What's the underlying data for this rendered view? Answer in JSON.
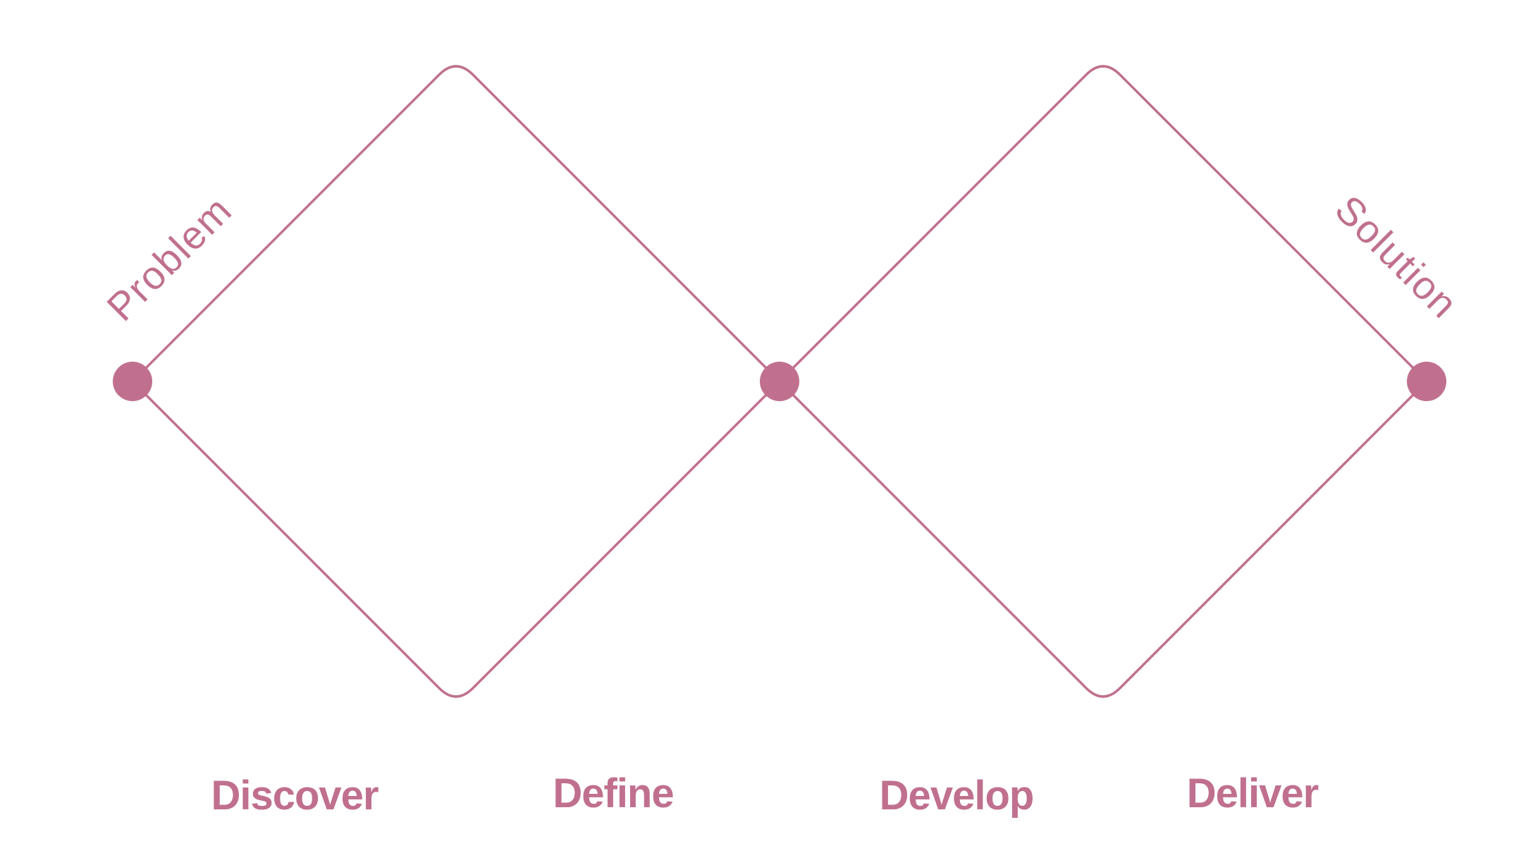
{
  "colors": {
    "accent": "#c0708e",
    "background": "#ffffff"
  },
  "labels": {
    "problem": "Problem",
    "solution": "Solution"
  },
  "phases": [
    {
      "label": "Discover"
    },
    {
      "label": "Define"
    },
    {
      "label": "Develop"
    },
    {
      "label": "Deliver"
    }
  ]
}
